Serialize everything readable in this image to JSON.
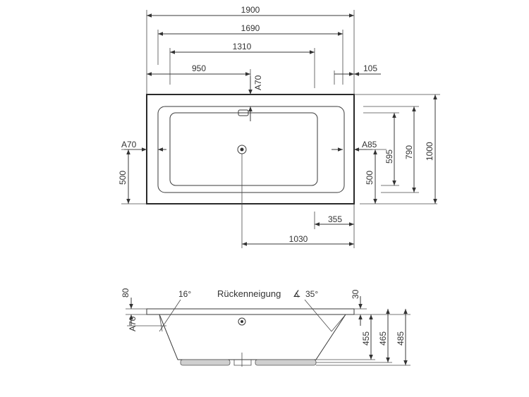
{
  "plan": {
    "width_total": "1900",
    "width_1690": "1690",
    "width_1310": "1310",
    "drain_from_left": "950",
    "right_offset": "105",
    "top_a70": "A70",
    "left_a70": "A70",
    "right_a85": "A85",
    "left_500": "500",
    "right_500": "500",
    "right_595": "595",
    "right_790": "790",
    "right_1000": "1000",
    "bottom_355": "355",
    "bottom_1030": "1030"
  },
  "section": {
    "dim_80": "80",
    "angle_16": "16°",
    "back_incline_label": "Rückenneigung",
    "angle_symbol": "∡",
    "angle_35": "35°",
    "dim_30": "30",
    "dim_455": "455",
    "dim_465": "465",
    "dim_485": "485",
    "left_a70": "A70"
  }
}
